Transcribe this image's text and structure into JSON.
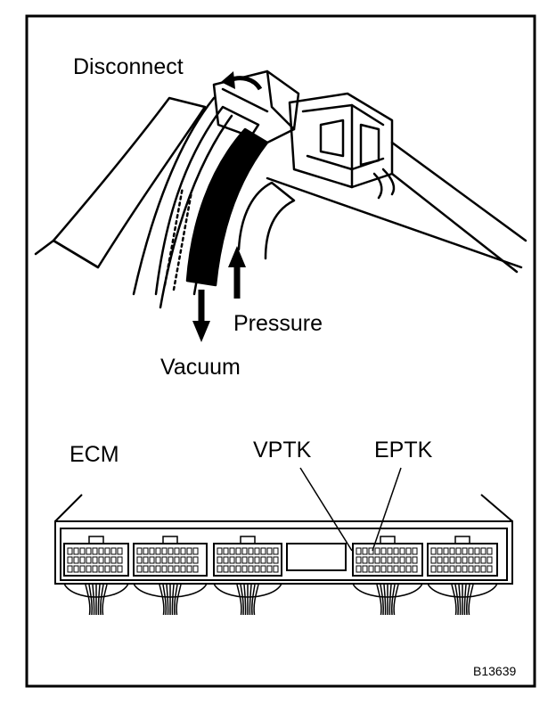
{
  "labels": {
    "disconnect": "Disconnect",
    "pressure": "Pressure",
    "vacuum": "Vacuum",
    "ecm": "ECM",
    "vptk": "VPTK",
    "eptk": "EPTK"
  },
  "figure_code": "B13639",
  "colors": {
    "ink": "#000000",
    "paper": "#ffffff"
  }
}
